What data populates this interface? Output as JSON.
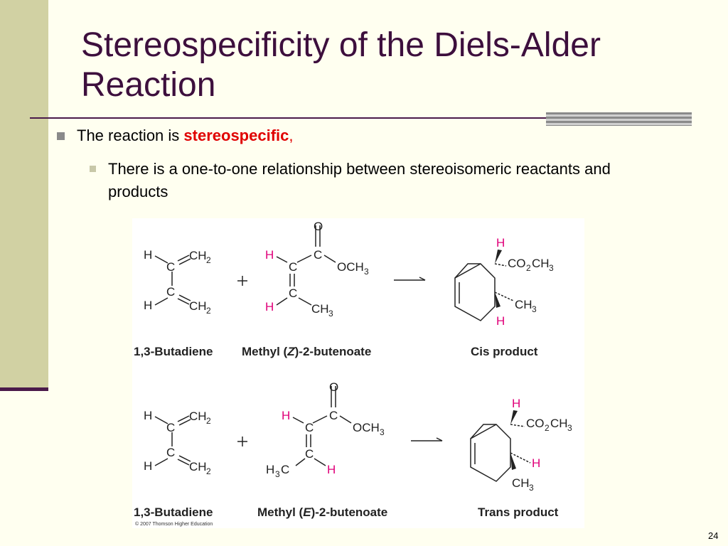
{
  "slide": {
    "title": "Stereospecificity of the Diels-Alder Reaction",
    "bullet1_prefix": "The reaction is ",
    "bullet1_emphasis": "stereospecific",
    "bullet1_suffix": ",",
    "bullet2": "There is a one-to-one relationship between stereoisomeric reactants and products",
    "page_number": "24"
  },
  "figure": {
    "row1": {
      "label_diene": "1,3-Butadiene",
      "label_dienophile_prefix": "Methyl (",
      "label_dienophile_italic": "Z",
      "label_dienophile_suffix": ")-2-butenoate",
      "label_product": "Cis product"
    },
    "row2": {
      "label_diene": "1,3-Butadiene",
      "label_dienophile_prefix": "Methyl (",
      "label_dienophile_italic": "E",
      "label_dienophile_suffix": ")-2-butenoate",
      "label_product": "Trans product"
    },
    "copyright": "© 2007 Thomson Higher Education",
    "colors": {
      "hydrogen_highlight": "#e0007a",
      "accent_red": "#e00000",
      "title_color": "#3d0f3d"
    }
  }
}
